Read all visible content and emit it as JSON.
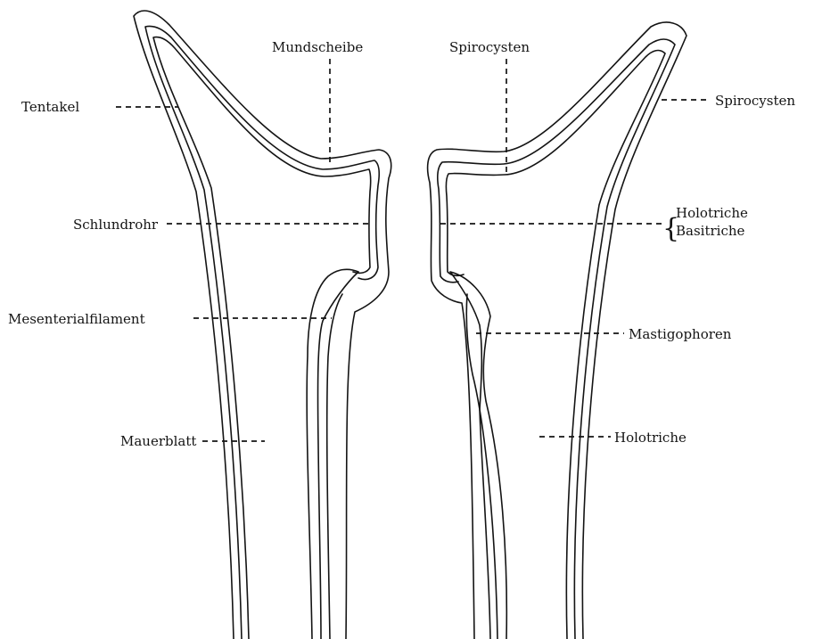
{
  "labels": {
    "tentakel": "Tentakel",
    "mundscheibe": "Mundscheibe",
    "schlundrohr": "Schlundrohr",
    "mesenterialfilament": "Mesenterialfilament",
    "mauerblatt": "Mauerblatt",
    "spirocysten_top": "Spirocysten",
    "spirocysten_right": "Spirocysten",
    "holotriche_pharynx": "Holotriche",
    "basitriche_pharynx": "Basitriche",
    "mastigophoren": "Mastigophoren",
    "holotriche_wall": "Holotriche"
  },
  "colors": {
    "ink": "#141414",
    "background": "#ffffff"
  }
}
